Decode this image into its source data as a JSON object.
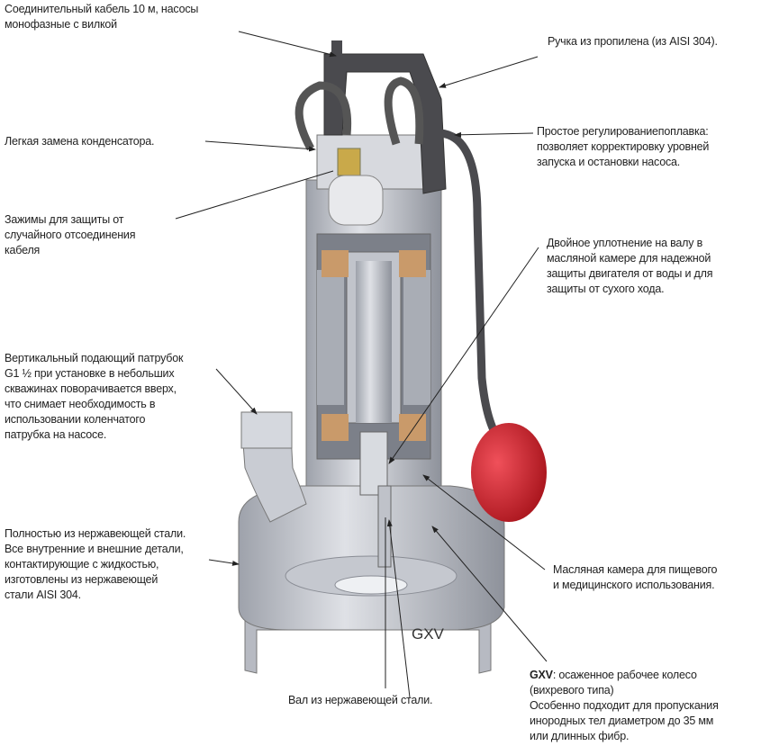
{
  "model_label": "GXV",
  "labels": {
    "cable": [
      "Соединительный кабель 10 м, насосы",
      "монофазные с вилкой"
    ],
    "handle": "Ручка из пропилена (из AISI 304).",
    "float": [
      "Простое регулированиепоплавка:",
      "позволяет корректировку уровней",
      "запуска и остановки насоса."
    ],
    "capacitor": "Легкая замена конденсатора.",
    "clamps": [
      "Зажимы для защиты от",
      "случайного отсоединения",
      "кабеля"
    ],
    "seal": [
      "Двойное уплотнение на валу в",
      "масляной камере для надежной",
      "защиты двигателя от воды и для",
      "защиты от сухого хода."
    ],
    "outlet": [
      "Вертикальный подающий патрубок",
      "G1 ½ при установке в небольших",
      "скважинах поворачивается вверх,",
      "что снимает необходимость в",
      "использовании коленчатого",
      "патрубка на насосе."
    ],
    "steel": [
      "Полностью из нержавеющей стали.",
      "Все внутренние и внешние детали,",
      "контактирующие с жидкостью,",
      "изготовлены из нержавеющей",
      "стали AISI 304."
    ],
    "oil": [
      "Масляная камера для пищевого",
      "и медицинского использования."
    ],
    "shaft": "Вал из нержавеющей стали.",
    "impeller": {
      "title": "GXV",
      "line1": ": осаженное рабочее колесо",
      "line2": "(вихревого типа)",
      "line3": "Особенно подходит для пропускания",
      "line4": "инородных тел диаметром до 35 мм",
      "line5": "или длинных фибр."
    }
  },
  "colors": {
    "float": "#c8202a",
    "handle": "#4a4a4e",
    "body": "#b9bcc4",
    "copper": "#c99a6a"
  }
}
